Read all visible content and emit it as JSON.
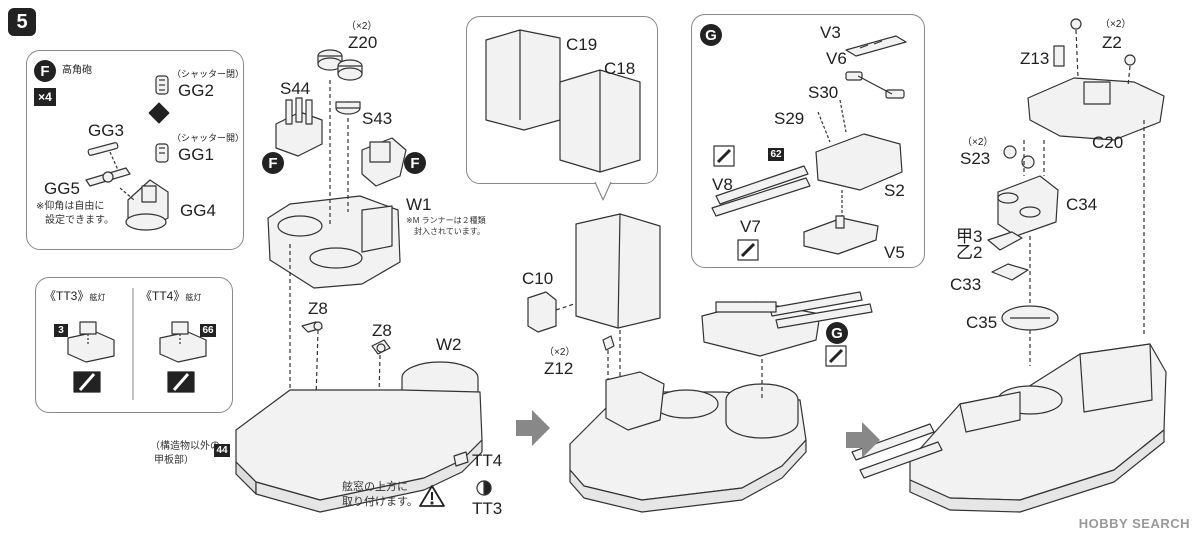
{
  "step_number": "5",
  "panel_F": {
    "badge": "F",
    "title": "高角砲",
    "multiplier": "×4",
    "gg2_note": "（シャッター閉）",
    "gg2": "GG2",
    "gg1_note": "（シャッター開）",
    "gg1": "GG1",
    "gg3": "GG3",
    "gg5": "GG5",
    "gg4": "GG4",
    "note_line1": "※仰角は自由に",
    "note_line2": "設定できます。"
  },
  "panel_TT": {
    "tt3_title": "《TT3》",
    "tt3_sub": "舷灯",
    "tt3_num": "3",
    "tt4_title": "《TT4》",
    "tt4_sub": "舷灯",
    "tt4_num": "66"
  },
  "col1": {
    "z20_mult": "（×2）",
    "z20": "Z20",
    "s44": "S44",
    "s43": "S43",
    "f_badge_left": "F",
    "f_badge_right": "F",
    "w1": "W1",
    "w1_note1": "※M ランナーは２種類",
    "w1_note2": "封入されています。",
    "z8a": "Z8",
    "z8b": "Z8",
    "w2": "W2",
    "deck_num": "44",
    "deck_note1": "（構造物以外の",
    "deck_note2": "甲板部）",
    "tt4": "TT4",
    "tt3": "TT3",
    "win_note1": "舷窓の上方に",
    "win_note2": "取り付けます。"
  },
  "col2": {
    "c19": "C19",
    "c18": "C18",
    "c10": "C10",
    "z12_mult": "（×2）",
    "z12": "Z12"
  },
  "panel_G": {
    "badge": "G",
    "v3": "V3",
    "v6": "V6",
    "s30": "S30",
    "s29": "S29",
    "num62": "62",
    "v8": "V8",
    "s2": "S2",
    "v7": "V7",
    "v5": "V5",
    "g_badge2": "G"
  },
  "col4": {
    "z2_mult": "（×2）",
    "z2": "Z2",
    "z13": "Z13",
    "c20": "C20",
    "s23_mult": "（×2）",
    "s23": "S23",
    "c34": "C34",
    "ko3": "甲3",
    "otsu2": "乙2",
    "c33": "C33",
    "c35": "C35"
  },
  "watermark": "HOBBY SEARCH"
}
